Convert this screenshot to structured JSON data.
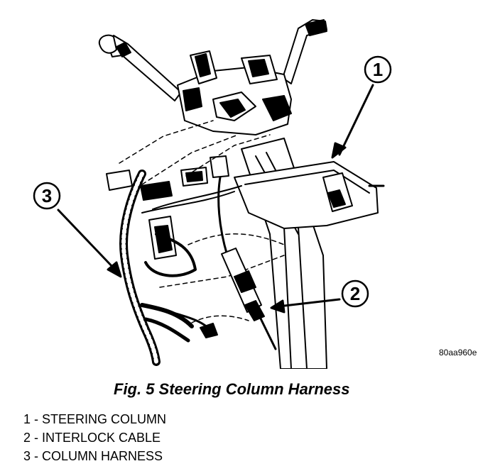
{
  "figure": {
    "reference_code": "80aa960e",
    "caption": "Fig. 5 Steering Column Harness",
    "callouts": [
      {
        "number": "1"
      },
      {
        "number": "2"
      },
      {
        "number": "3"
      }
    ],
    "legend": [
      "1 - STEERING COLUMN",
      "2 - INTERLOCK CABLE",
      "3 - COLUMN HARNESS"
    ]
  }
}
